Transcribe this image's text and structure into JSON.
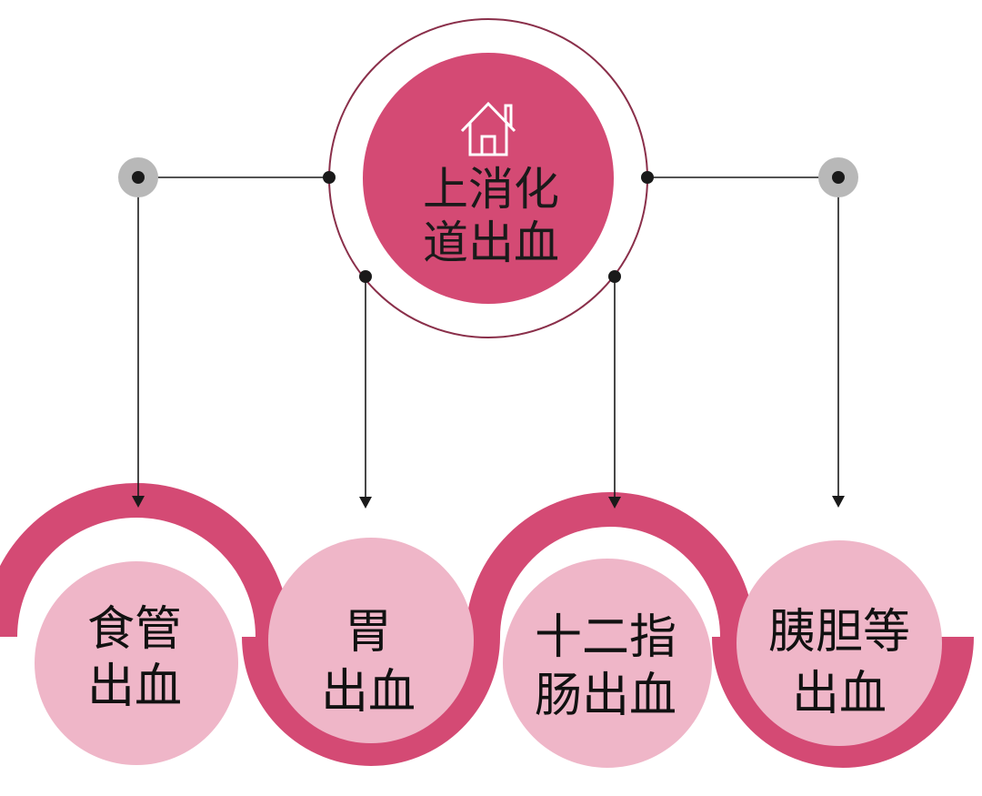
{
  "colors": {
    "accent": "#d44a74",
    "node_fill": "#efb6c8",
    "outer_ring": "#8a2f4a",
    "connector": "#1a1a1a",
    "endpoint_halo": "#b8b8b8",
    "icon": "#ffffff"
  },
  "center": {
    "icon": "house-icon",
    "line1": "上消化",
    "line2": "道出血"
  },
  "nodes": [
    {
      "line1": "食管",
      "line2": "出血"
    },
    {
      "line1": "胃",
      "line2": "出血"
    },
    {
      "line1": "十二指",
      "line2": "肠出血"
    },
    {
      "line1": "胰胆等",
      "line2": "出血"
    }
  ]
}
